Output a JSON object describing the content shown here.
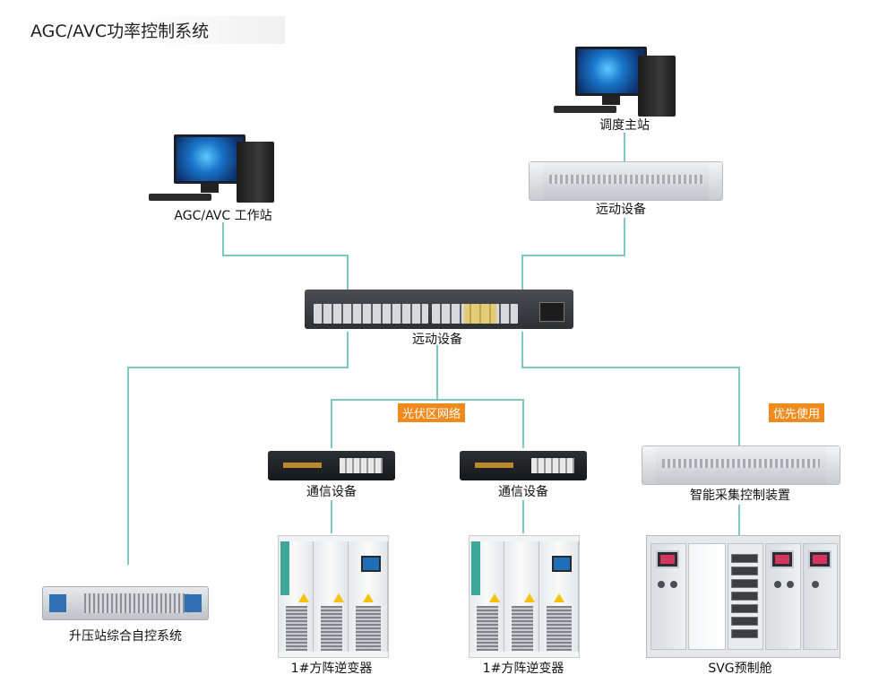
{
  "title": "AGC/AVC功率控制系统",
  "nodes": {
    "dispatch_center": "调度主站",
    "telecontrol_top": "远动设备",
    "agc_workstation": "AGC/AVC 工作站",
    "switch": "远动设备",
    "gateway_left": "通信设备",
    "gateway_right": "通信设备",
    "smart_controller": "智能采集控制装置",
    "booster_station": "升压站综合自控系统",
    "inverter_left": "1#方阵逆变器",
    "inverter_right": "1#方阵逆变器",
    "svg_cabinet": "SVG预制舱"
  },
  "tags": {
    "pv_network": "光伏区网络",
    "priority_use": "优先使用"
  },
  "colors": {
    "link": "#7cc7c0",
    "tag_bg": "#f08a1d"
  }
}
